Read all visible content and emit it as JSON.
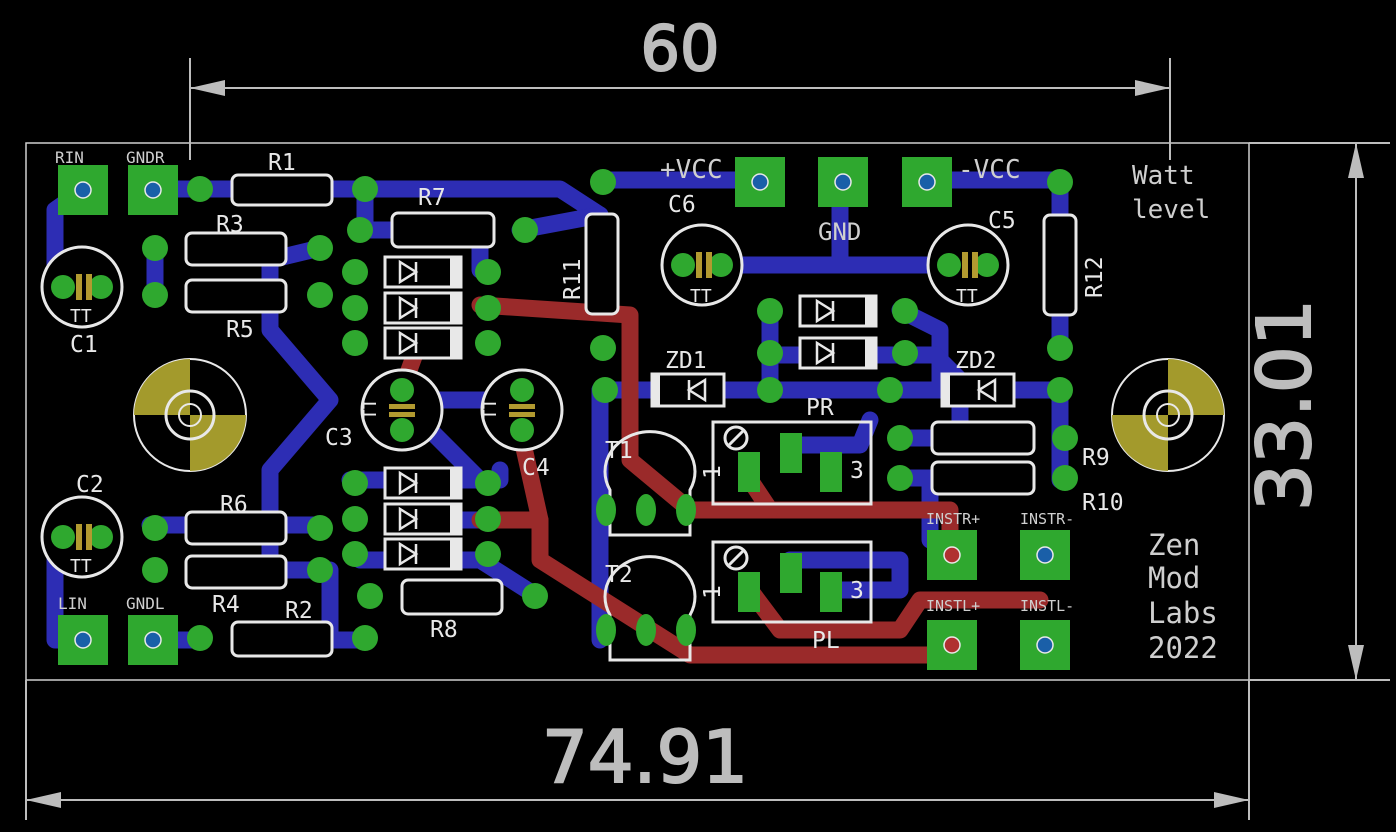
{
  "dimensions": {
    "top": "60",
    "bottom": "74.91",
    "right": "33.01"
  },
  "labels": {
    "rin": "RIN",
    "gndr": "GNDR",
    "lin": "LIN",
    "gndl": "GNDL",
    "vcc_pos": "+VCC",
    "vcc_neg": "-VCC",
    "gnd": "GND",
    "instr_pos": "INSTR+",
    "instr_neg": "INSTR-",
    "instl_pos": "INSTL+",
    "instl_neg": "INSTL-"
  },
  "components": {
    "r1": "R1",
    "r2": "R2",
    "r3": "R3",
    "r4": "R4",
    "r5": "R5",
    "r6": "R6",
    "r7": "R7",
    "r8": "R8",
    "r9": "R9",
    "r10": "R10",
    "r11": "R11",
    "r12": "R12",
    "c1": "C1",
    "c2": "C2",
    "c3": "C3",
    "c4": "C4",
    "c5": "C5",
    "c6": "C6",
    "zd1": "ZD1",
    "zd2": "ZD2",
    "t1": "T1",
    "t2": "T2",
    "pr": "PR",
    "pl": "PL",
    "pin1": "1",
    "pin3": "3",
    "tt": "TT"
  },
  "branding": {
    "line1": "Watt",
    "line2": "level",
    "zen1": "Zen",
    "zen2": "Mod",
    "zen3": "Labs",
    "zen4": "2022"
  },
  "colors": {
    "background": "#000000",
    "bottom_trace": "#2d2db4",
    "top_trace": "#9a2a2a",
    "pad": "#2fa82f",
    "silkscreen": "#e8e8e8",
    "outline": "#cfcfcf",
    "mount_hole": "#c8b33a"
  }
}
